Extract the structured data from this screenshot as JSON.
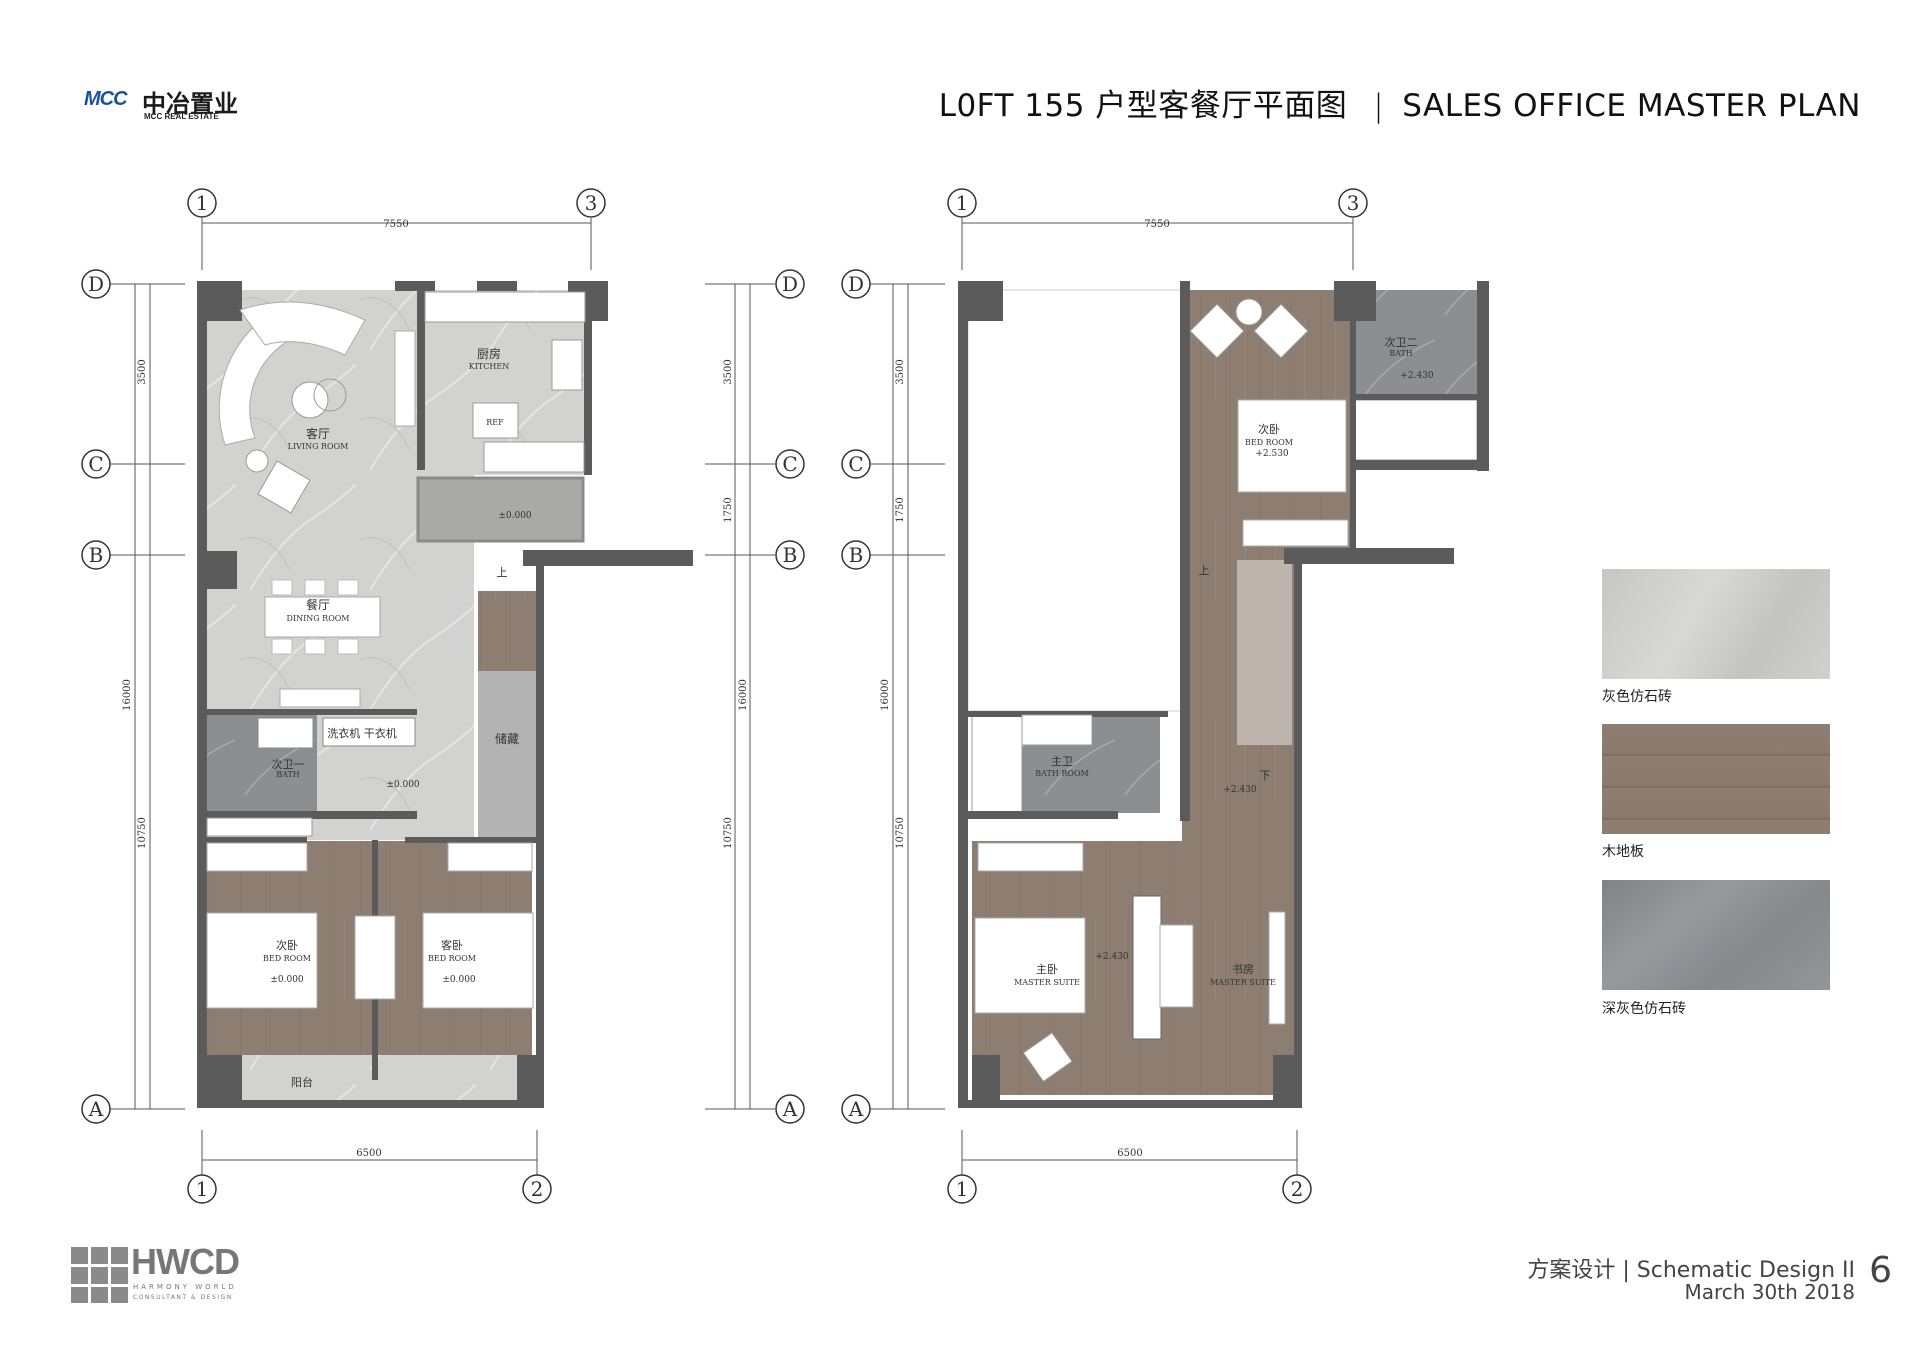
{
  "header": {
    "logo_mark": "MCC",
    "logo_cn": "中冶置业",
    "logo_en": "MCC REAL ESTATE",
    "title_cn": "L0FT 155 户型客餐厅平面图",
    "separator": "|",
    "title_en": "SALES OFFICE MASTER PLAN"
  },
  "axes": {
    "col1": "1",
    "col2": "2",
    "col3": "3",
    "rowA": "A",
    "rowB": "B",
    "rowC": "C",
    "rowD": "D"
  },
  "dimensions": {
    "top": "7550",
    "bottom": "6500",
    "d_c": "3500",
    "c_b": "1750",
    "total": "16000",
    "b_a": "10750"
  },
  "plan_lower": {
    "living_cn": "客厅",
    "living_en": "LIVING ROOM",
    "kitchen_cn": "厨房",
    "kitchen_en": "KITCHEN",
    "ref": "REF",
    "foyer_level": "±0.000",
    "stair_up": "上",
    "dining_cn": "餐厅",
    "dining_en": "DINING ROOM",
    "laundry": "洗衣机  干衣机",
    "storage": "储藏",
    "bath_cn": "次卫一",
    "bath_en": "BATH",
    "hall_level": "±0.000",
    "bed1_cn": "次卧",
    "bed1_en": "BED ROOM",
    "bed1_level": "±0.000",
    "bed2_cn": "客卧",
    "bed2_en": "BED ROOM",
    "bed2_level": "±0.000",
    "balcony": "阳台"
  },
  "plan_upper": {
    "bath2_cn": "次卫二",
    "bath2_en": "BATH",
    "bath2_level": "+2.430",
    "bed_cn": "次卧",
    "bed_en": "BED ROOM",
    "bed_level": "+2.530",
    "stair_up": "上",
    "stair_down": "下",
    "corridor_level": "+2.430",
    "mbath_cn": "主卫",
    "mbath_en": "BATH ROOM",
    "master_cn": "主卧",
    "master_en": "MASTER SUITE",
    "master_level": "+2.430",
    "study_cn": "书房",
    "study_en": "MASTER SUITE"
  },
  "legend": [
    {
      "label": "灰色仿石砖",
      "color": "#c9cac8"
    },
    {
      "label": "木地板",
      "color": "#8c7d70"
    },
    {
      "label": "深灰色仿石砖",
      "color": "#8b8f92"
    }
  ],
  "colors": {
    "wall": "#595959",
    "light_tile": "#d4d5d3",
    "wood": "#8d7e71",
    "dark_tile": "#8e9194",
    "brand_blue": "#1d4fa0"
  },
  "footer": {
    "logo_text": "HWCD",
    "logo_sub1": "HARMONY WORLD",
    "logo_sub2": "CONSULTANT & DESIGN",
    "phase_cn": "方案设计",
    "separator": "|",
    "phase_en": "Schematic Design II",
    "date": "March 30th 2018",
    "page_number": "6"
  }
}
